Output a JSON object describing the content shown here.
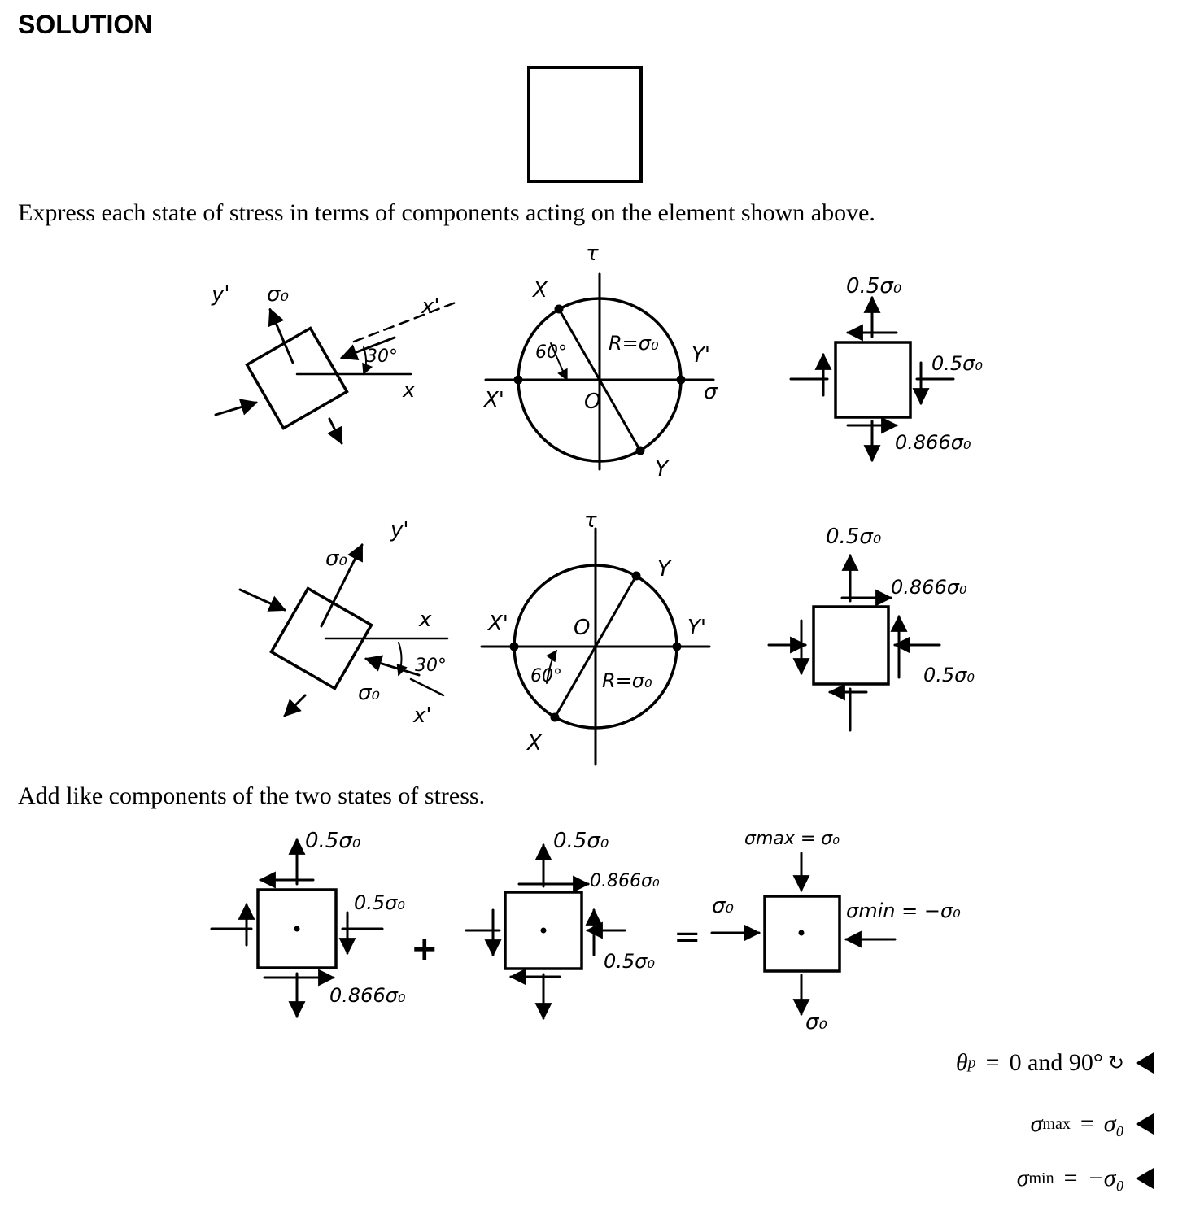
{
  "heading": "SOLUTION",
  "para1": "Express each state of stress in terms of components acting on the element shown above.",
  "para2": "Add like components of the two states of stress.",
  "figure1": {
    "state1": {
      "element": {
        "y_axis": "y'",
        "stress": "σ₀",
        "x_prime": "x'",
        "angle": "30°",
        "x_axis": "x"
      },
      "mohr": {
        "tau": "τ",
        "X": "X",
        "angle": "60°",
        "R": "R=σ₀",
        "Y_prime": "Y'",
        "sigma": "σ",
        "X_prime": "X'",
        "O": "O",
        "Y": "Y"
      },
      "result": {
        "top": "0.5σ₀",
        "right": "0.5σ₀",
        "shear": "0.866σ₀"
      }
    },
    "state2": {
      "element": {
        "stress_top": "σ₀",
        "y_axis": "y'",
        "x_axis": "x",
        "angle": "30°",
        "stress_bottom": "σ₀",
        "x_prime": "x'"
      },
      "mohr": {
        "tau": "τ",
        "Y": "Y",
        "X_prime": "X'",
        "O": "O",
        "Y_prime": "Y'",
        "angle": "60°",
        "R": "R=σ₀",
        "X": "X"
      },
      "result": {
        "top": "0.5σ₀",
        "shear": "0.866σ₀",
        "right": "0.5σ₀"
      }
    }
  },
  "figure2": {
    "a": {
      "top": "0.5σ₀",
      "right": "0.5σ₀",
      "shear": "0.866σ₀"
    },
    "plus": "+",
    "b": {
      "top": "0.5σ₀",
      "shear": "0.866σ₀",
      "right": "0.5σ₀"
    },
    "equals": "=",
    "c": {
      "top": "σmax = σ₀",
      "left": "σ₀",
      "right": "σmin = −σ₀",
      "bottom": "σ₀"
    }
  },
  "answers": {
    "theta_sym": "θ",
    "theta_sub": "p",
    "theta_eq": "=",
    "theta_val": "0 and 90°",
    "max_sym": "σ",
    "max_sub": "max",
    "max_eq": "=",
    "max_val": "σ₀",
    "min_sym": "σ",
    "min_sub": "min",
    "min_eq": "=",
    "min_val": "−σ₀"
  }
}
